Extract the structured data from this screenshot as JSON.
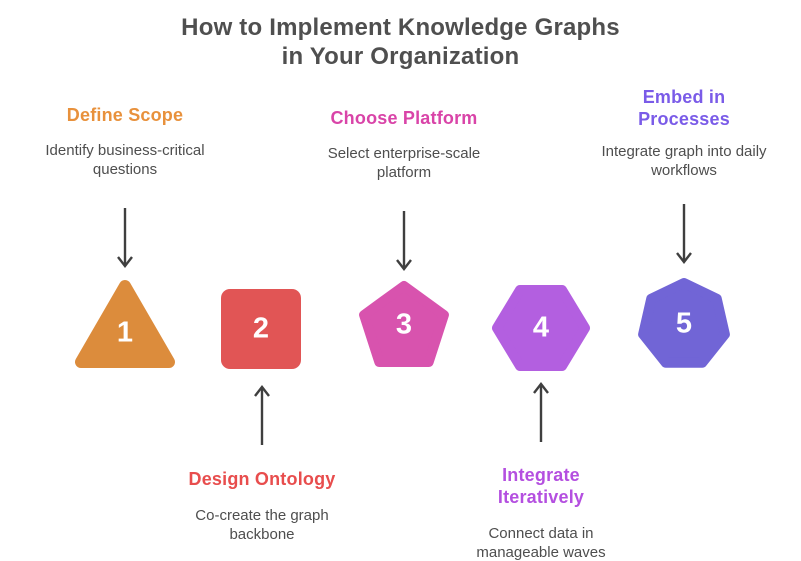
{
  "title": {
    "line1": "How to Implement Knowledge Graphs",
    "line2": "in Your Organization"
  },
  "colors": {
    "title_text": "#4F4F4F",
    "body_text": "#4E4E4E",
    "arrow": "#3F3F3F"
  },
  "steps": [
    {
      "number": "1",
      "heading": "Define Scope",
      "description": "Identify business-critical questions",
      "heading_color": "#E8913C",
      "shape": "triangle",
      "shape_color": "#DC8C3C",
      "label_position": "top"
    },
    {
      "number": "2",
      "heading": "Design Ontology",
      "description": "Co-create the graph backbone",
      "heading_color": "#E84D4D",
      "shape": "square",
      "shape_color": "#E15555",
      "label_position": "bottom"
    },
    {
      "number": "3",
      "heading": "Choose Platform",
      "description": "Select enterprise-scale platform",
      "heading_color": "#D944A8",
      "shape": "pentagon",
      "shape_color": "#D853AE",
      "label_position": "top"
    },
    {
      "number": "4",
      "heading": "Integrate Iteratively",
      "description": "Connect data in manageable waves",
      "heading_color": "#B44FE0",
      "shape": "hexagon",
      "shape_color": "#B35FE0",
      "label_position": "bottom"
    },
    {
      "number": "5",
      "heading": "Embed in Processes",
      "description": "Integrate graph into daily workflows",
      "heading_color": "#7A5BE8",
      "shape": "heptagon",
      "shape_color": "#7165D6",
      "label_position": "top"
    }
  ]
}
